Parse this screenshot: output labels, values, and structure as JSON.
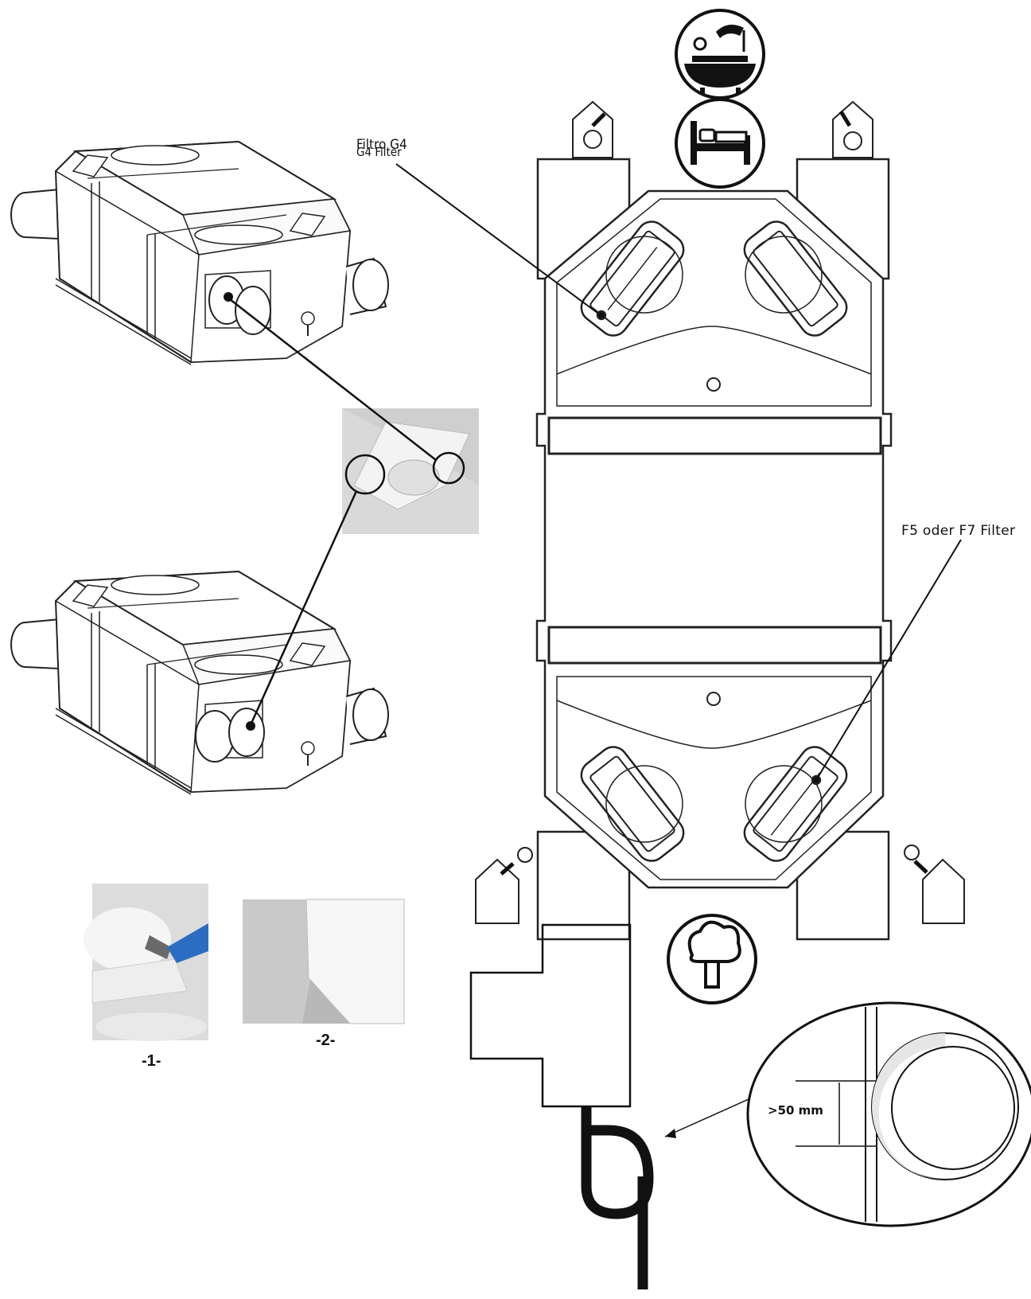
{
  "labels": {
    "filter_g4_it": "Filtro G4",
    "filter_g4_de": "G4 Filter",
    "filter_f5_f7": "F5 oder F7 Filter",
    "step_1": "-1-",
    "step_2": "-2-",
    "clearance": ">50 mm"
  },
  "icons": {
    "bathroom": "bathroom-icon",
    "bedroom": "bedroom-icon",
    "outdoor": "tree-icon",
    "house_extract": "house-arrow-icon"
  }
}
